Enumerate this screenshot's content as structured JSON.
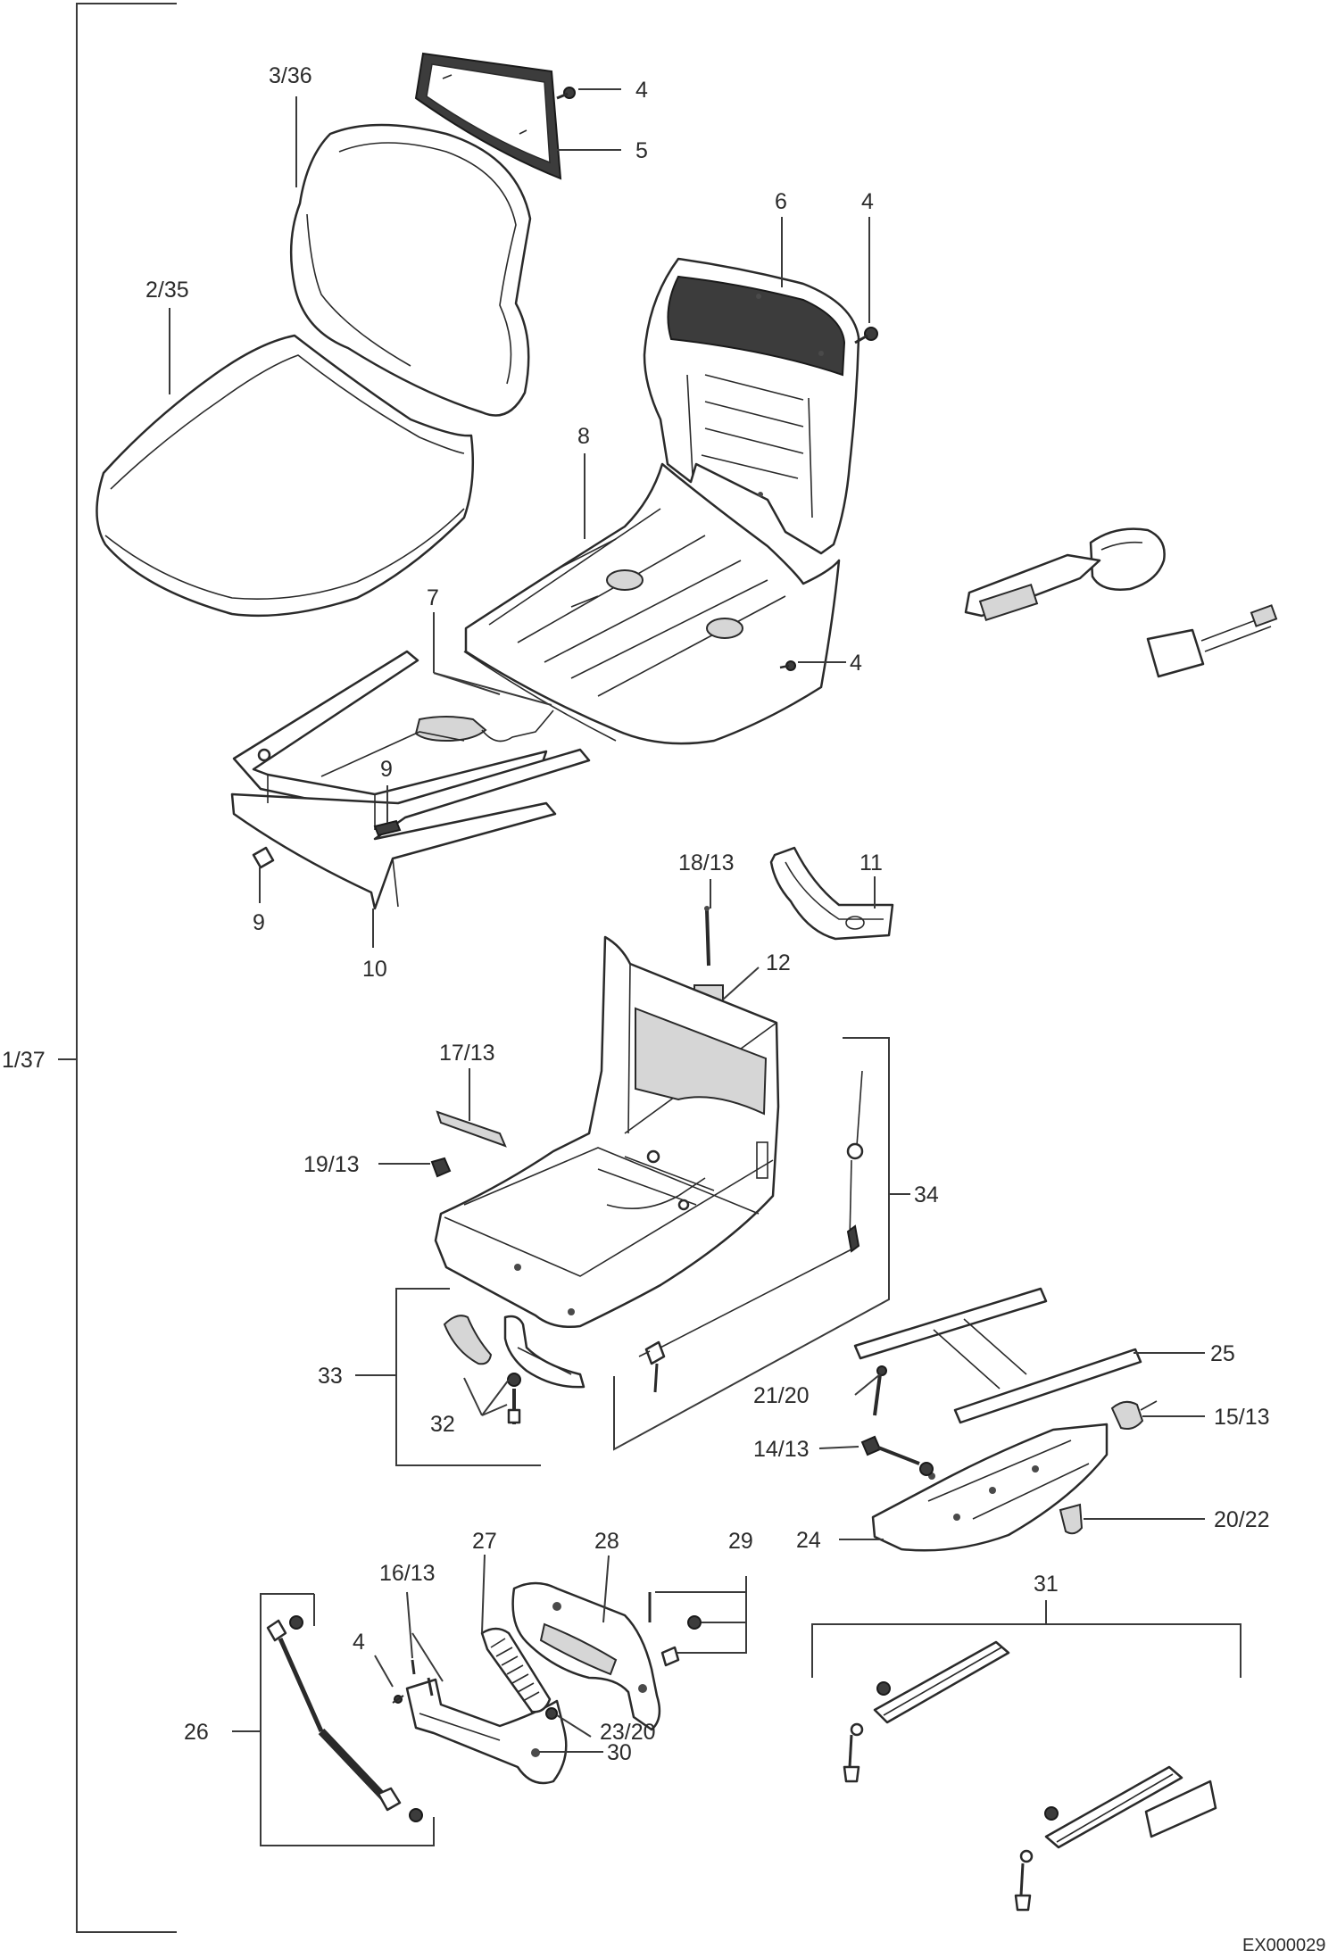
{
  "diagram": {
    "assembly_label": "1/37",
    "drawing_code": "EX000029",
    "labels": {
      "l_3_36": "3/36",
      "l_4_a": "4",
      "l_5": "5",
      "l_2_35": "2/35",
      "l_6": "6",
      "l_4_b": "4",
      "l_8": "8",
      "l_7": "7",
      "l_4_c": "4",
      "l_9_a": "9",
      "l_9_b": "9",
      "l_10": "10",
      "l_18_13": "18/13",
      "l_11": "11",
      "l_12": "12",
      "l_17_13": "17/13",
      "l_19_13": "19/13",
      "l_34": "34",
      "l_33": "33",
      "l_32": "32",
      "l_25": "25",
      "l_21_20": "21/20",
      "l_15_13": "15/13",
      "l_14_13": "14/13",
      "l_20_22": "20/22",
      "l_24": "24",
      "l_27": "27",
      "l_28": "28",
      "l_29": "29",
      "l_16_13": "16/13",
      "l_31": "31",
      "l_4_d": "4",
      "l_26": "26",
      "l_23_20": "23/20",
      "l_30": "30"
    }
  }
}
